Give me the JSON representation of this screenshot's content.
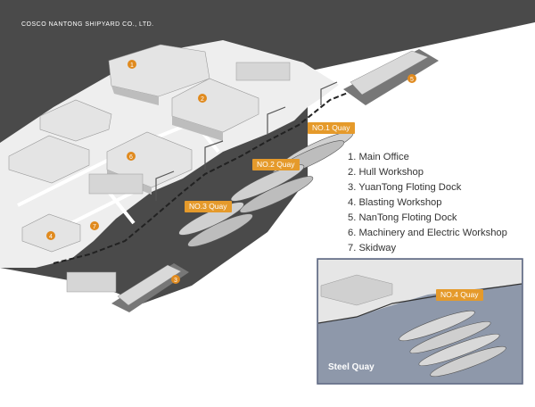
{
  "header": {
    "company": "COSCO NANTONG SHIPYARD CO., LTD."
  },
  "legend": [
    "1. Main Office",
    "2. Hull Workshop",
    "3. YuanTong Floting Dock",
    "4. Blasting Workshop",
    "5. NanTong Floting Dock",
    "6. Machinery and Electric Workshop",
    "7. Skidway"
  ],
  "quays": {
    "no1": "NO.1 Quay",
    "no2": "NO.2 Quay",
    "no3": "NO.3 Quay",
    "no4": "NO.4 Quay"
  },
  "markers": [
    "1",
    "2",
    "3",
    "4",
    "5",
    "6",
    "7"
  ],
  "inset": {
    "label": "Steel Quay"
  },
  "colors": {
    "water": "#4a4a4a",
    "land": "#eeeeee",
    "building": "#e4e4e4",
    "building_dark": "#bdbdbd",
    "marker": "#e08a1e",
    "quay_label": "#e59a2b",
    "inset_water": "#8e98aa",
    "inset_border": "#5c6680"
  }
}
